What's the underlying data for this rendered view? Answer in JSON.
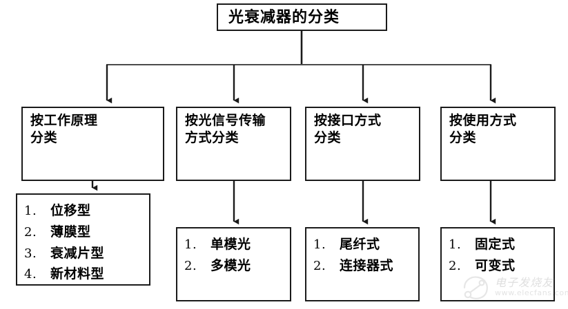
{
  "diagram": {
    "title_node": {
      "label": "光衰减器的分类"
    },
    "categories": [
      {
        "label": "按工作原理\n分类"
      },
      {
        "label": "按光信号传输\n方式分类"
      },
      {
        "label": "按接口方式\n分类"
      },
      {
        "label": "按使用方式\n分类"
      }
    ],
    "leaf_lists": [
      {
        "items": [
          {
            "num": "1.",
            "label": "位移型"
          },
          {
            "num": "2.",
            "label": "薄膜型"
          },
          {
            "num": "3.",
            "label": "衰减片型"
          },
          {
            "num": "4.",
            "label": "新材料型"
          }
        ]
      },
      {
        "items": [
          {
            "num": "1.",
            "label": "单模光"
          },
          {
            "num": "2.",
            "label": "多模光"
          }
        ]
      },
      {
        "items": [
          {
            "num": "1.",
            "label": "尾纤式"
          },
          {
            "num": "2.",
            "label": "连接器式"
          }
        ]
      },
      {
        "items": [
          {
            "num": "1.",
            "label": "固定式"
          },
          {
            "num": "2.",
            "label": "可变式"
          }
        ]
      }
    ],
    "colors": {
      "stroke": "#1a1a1a",
      "background": "#ffffff",
      "text": "#000000",
      "watermark": "#c0c0c0"
    }
  },
  "watermark": {
    "brand": "电子发烧友",
    "url": "www.elecfans.com"
  }
}
